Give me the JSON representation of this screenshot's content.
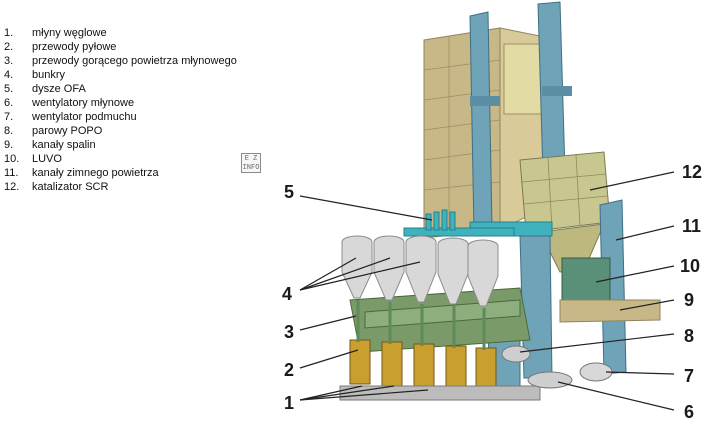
{
  "legend": [
    {
      "num": "1.",
      "label": "młyny węglowe"
    },
    {
      "num": "2.",
      "label": "przewody pyłowe"
    },
    {
      "num": "3.",
      "label": "przewody gorącego powietrza młynowego"
    },
    {
      "num": "4.",
      "label": "bunkry"
    },
    {
      "num": "5.",
      "label": "dysze OFA"
    },
    {
      "num": "6.",
      "label": "wentylatory młynowe"
    },
    {
      "num": "7.",
      "label": "wentylator podmuchu"
    },
    {
      "num": "8.",
      "label": "parowy POPO"
    },
    {
      "num": "9.",
      "label": "kanały spalin"
    },
    {
      "num": "10.",
      "label": "LUVO"
    },
    {
      "num": "11.",
      "label": "kanały zimnego powietrza"
    },
    {
      "num": "12.",
      "label": "katalizator SCR"
    }
  ],
  "info_icon": {
    "line1": "E Z",
    "line2": "INFO"
  },
  "callouts": {
    "c1": "1",
    "c2": "2",
    "c3": "3",
    "c4": "4",
    "c5": "5",
    "c6": "6",
    "c7": "7",
    "c8": "8",
    "c9": "9",
    "c10": "10",
    "c11": "11",
    "c12": "12"
  },
  "colors": {
    "duct_blue": "#6fa3b8",
    "building_tan": "#c8b888",
    "scr_olive": "#c9c790",
    "bunker_grey": "#d8d8d8",
    "mill_green": "#7a9a6a",
    "cyan_ducts": "#3fb2bd",
    "yellow_accent": "#e0c030"
  }
}
